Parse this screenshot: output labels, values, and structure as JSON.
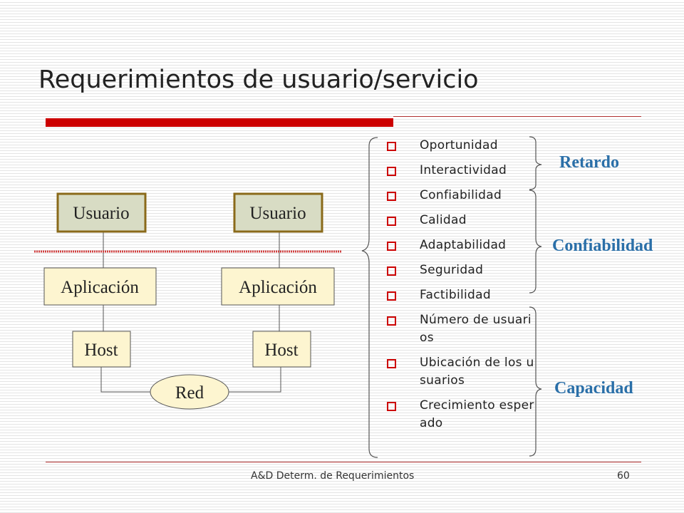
{
  "slide": {
    "title": "Requerimientos de usuario/servicio",
    "footer": "A&D Determ. de Requerimientos",
    "page_number": "60"
  },
  "diagram": {
    "left_stack": {
      "user": "Usuario",
      "app": "Aplicación",
      "host": "Host"
    },
    "right_stack": {
      "user": "Usuario",
      "app": "Aplicación",
      "host": "Host"
    },
    "network": "Red"
  },
  "requirements": [
    "Oportunidad",
    "Interactividad",
    "Confiabilidad",
    "Calidad",
    "Adaptabilidad",
    "Seguridad",
    "Factibilidad",
    "Número de usuarios",
    "Ubicación de los usuarios",
    "Crecimiento esperado"
  ],
  "groups": {
    "retardo": "Retardo",
    "confiabilidad": "Confiabilidad",
    "capacidad": "Capacidad"
  },
  "colors": {
    "accent_red": "#cc0000",
    "label_blue": "#2a6fa8",
    "user_box": "#d8dcc4",
    "app_box": "#fdf5d0",
    "box_border": "#8a6a1a"
  }
}
